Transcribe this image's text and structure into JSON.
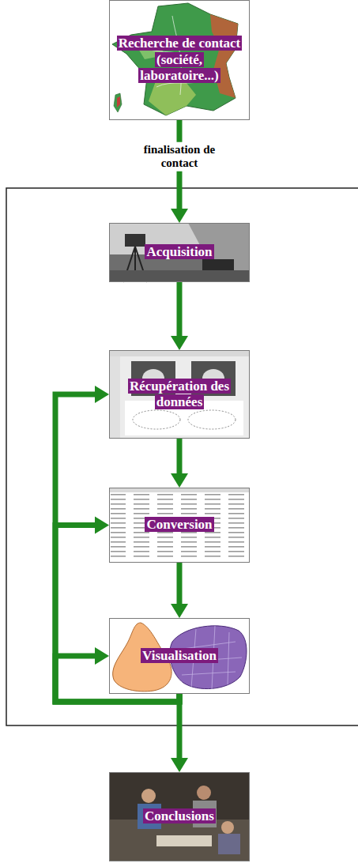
{
  "diagram": {
    "nodes": [
      {
        "text": [
          "Recherche de contact (société, laboratoire...)"
        ]
      },
      {
        "text": [
          "Acquisition"
        ]
      },
      {
        "text": [
          "Récupération des données"
        ]
      },
      {
        "text": [
          "Conversion"
        ]
      },
      {
        "text": [
          "Visualisation"
        ]
      },
      {
        "text": [
          "Conclusions"
        ]
      }
    ],
    "edges": [
      {
        "from": 0,
        "to": 1,
        "label": "finalisation de contact",
        "arrow": "to"
      },
      {
        "from": 1,
        "to": 2,
        "arrow": "to"
      },
      {
        "from": 2,
        "to": 3,
        "arrow": "to"
      },
      {
        "from": 3,
        "to": 4,
        "arrow": "to"
      },
      {
        "from": 4,
        "to": 5,
        "arrow": "to"
      },
      {
        "from": 4,
        "to": 2,
        "arrow": "to"
      },
      {
        "from": 4,
        "to": 3,
        "arrow": "to"
      },
      {
        "from": 4,
        "to": 4,
        "arrow": "to"
      }
    ]
  }
}
